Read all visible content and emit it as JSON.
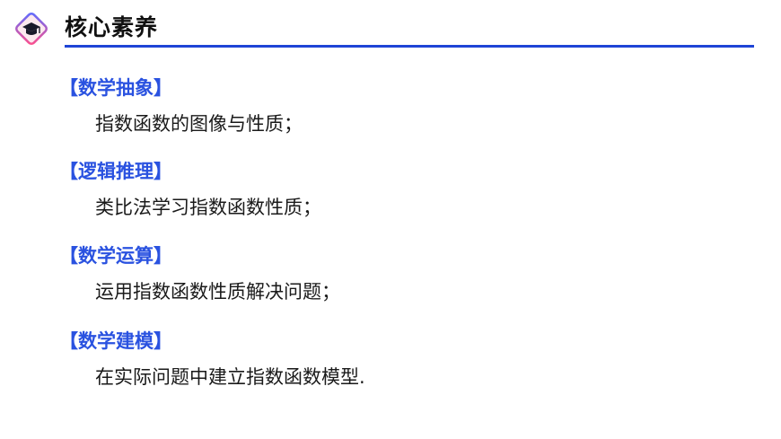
{
  "header": {
    "title": "核心素养",
    "icon": "graduation-cap-icon",
    "accent_color": "#1f45d6"
  },
  "sections": [
    {
      "heading": "【数学抽象】",
      "description": "指数函数的图像与性质；"
    },
    {
      "heading": "【逻辑推理】",
      "description": "类比法学习指数函数性质；"
    },
    {
      "heading": "【数学运算】",
      "description": "运用指数函数性质解决问题；"
    },
    {
      "heading": "【数学建模】",
      "description": "在实际问题中建立指数函数模型."
    }
  ]
}
